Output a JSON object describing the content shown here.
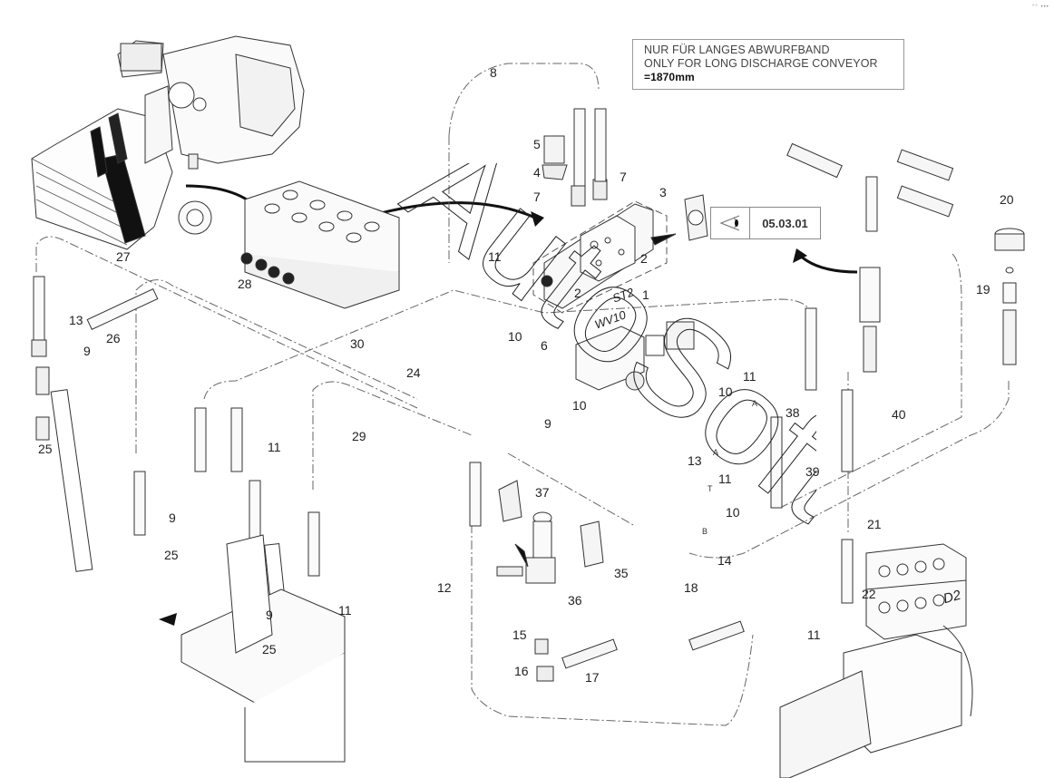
{
  "note": {
    "line_de": "NUR FÜR LANGES ABWURFBAND",
    "line_en": "ONLY FOR LONG DISCHARGE CONVEYOR",
    "line_dim": "=1870mm"
  },
  "reference": {
    "icon": "eye-view-icon",
    "page": "05.03.01"
  },
  "corner_mark": "°° •••",
  "watermark": "AutoSoft",
  "assembly_tags": {
    "st2": "ST2",
    "wv10": "WV10",
    "d2": "D2",
    "port_a1": "A",
    "port_a2": "A",
    "port_t": "T",
    "port_b": "B"
  },
  "callouts": [
    {
      "id": "c8",
      "label": "8"
    },
    {
      "id": "c5",
      "label": "5"
    },
    {
      "id": "c4",
      "label": "4"
    },
    {
      "id": "c7a",
      "label": "7"
    },
    {
      "id": "c7b",
      "label": "7"
    },
    {
      "id": "c3",
      "label": "3"
    },
    {
      "id": "c2a",
      "label": "2"
    },
    {
      "id": "c2b",
      "label": "2"
    },
    {
      "id": "c1",
      "label": "1"
    },
    {
      "id": "c20",
      "label": "20"
    },
    {
      "id": "c19",
      "label": "19"
    },
    {
      "id": "c27",
      "label": "27"
    },
    {
      "id": "c28",
      "label": "28"
    },
    {
      "id": "c13a",
      "label": "13"
    },
    {
      "id": "c26",
      "label": "26"
    },
    {
      "id": "c9a",
      "label": "9"
    },
    {
      "id": "c25a",
      "label": "25"
    },
    {
      "id": "c11a",
      "label": "11"
    },
    {
      "id": "c10a",
      "label": "10"
    },
    {
      "id": "c30",
      "label": "30"
    },
    {
      "id": "c6",
      "label": "6"
    },
    {
      "id": "c24",
      "label": "24"
    },
    {
      "id": "c29",
      "label": "29"
    },
    {
      "id": "c9b",
      "label": "9"
    },
    {
      "id": "c10b",
      "label": "10"
    },
    {
      "id": "c10c",
      "label": "10"
    },
    {
      "id": "c11b",
      "label": "11"
    },
    {
      "id": "c38",
      "label": "38"
    },
    {
      "id": "c40",
      "label": "40"
    },
    {
      "id": "c13b",
      "label": "13"
    },
    {
      "id": "c11c",
      "label": "11"
    },
    {
      "id": "c39",
      "label": "39"
    },
    {
      "id": "c10d",
      "label": "10"
    },
    {
      "id": "c37",
      "label": "37"
    },
    {
      "id": "c21",
      "label": "21"
    },
    {
      "id": "c11d",
      "label": "11"
    },
    {
      "id": "c9c",
      "label": "9"
    },
    {
      "id": "c25b",
      "label": "25"
    },
    {
      "id": "c14",
      "label": "14"
    },
    {
      "id": "c35",
      "label": "35"
    },
    {
      "id": "c12",
      "label": "12"
    },
    {
      "id": "c36",
      "label": "36"
    },
    {
      "id": "c18",
      "label": "18"
    },
    {
      "id": "c22",
      "label": "22"
    },
    {
      "id": "c11e",
      "label": "11"
    },
    {
      "id": "c9d",
      "label": "9"
    },
    {
      "id": "c11f",
      "label": "11"
    },
    {
      "id": "c25c",
      "label": "25"
    },
    {
      "id": "c15",
      "label": "15"
    },
    {
      "id": "c16",
      "label": "16"
    },
    {
      "id": "c17",
      "label": "17"
    }
  ]
}
